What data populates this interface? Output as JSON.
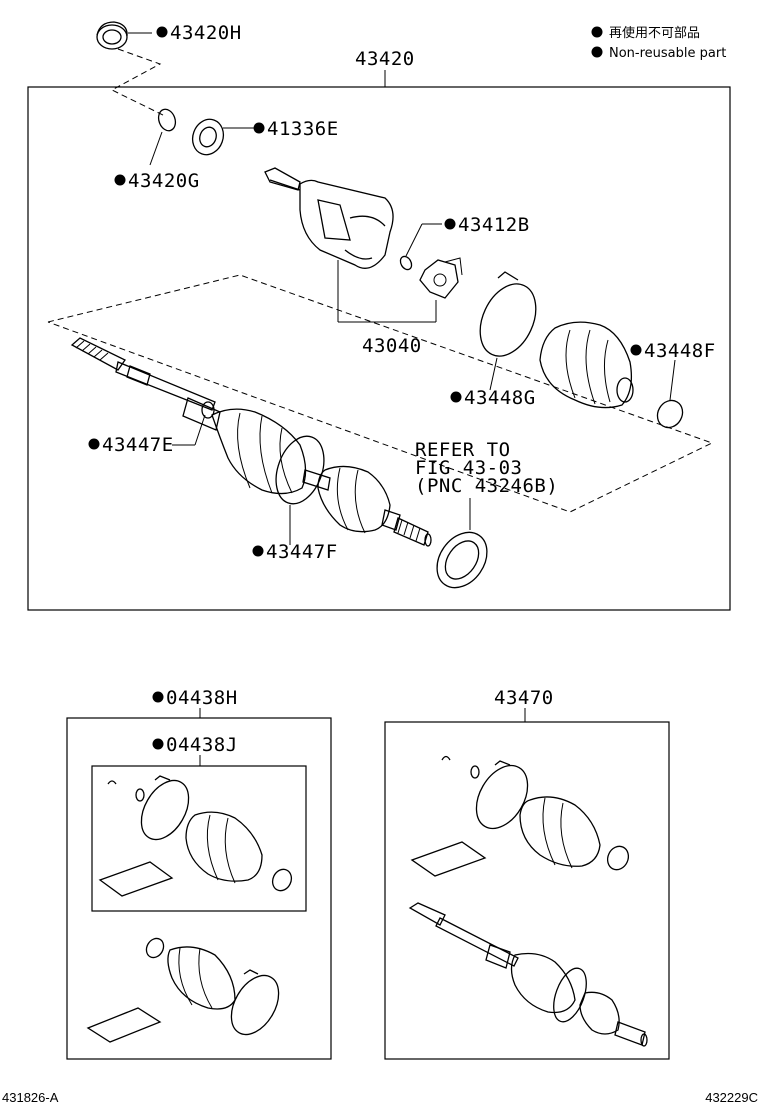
{
  "legend": {
    "line1": "再使用不可部品",
    "line2": "Non-reusable part"
  },
  "labels": {
    "p43420H": "43420H",
    "p43420": "43420",
    "p41336E": "41336E",
    "p43420G": "43420G",
    "p43412B": "43412B",
    "p43040": "43040",
    "p43448F": "43448F",
    "p43448G": "43448G",
    "p43447E": "43447E",
    "p43447F": "43447F",
    "refer1": "REFER TO",
    "refer2": "FIG 43-03",
    "refer3": "(PNC 43246B)",
    "p04438H": "04438H",
    "p04438J": "04438J",
    "p43470": "43470"
  },
  "footer": {
    "left": "431826-A",
    "right": "432229C"
  }
}
